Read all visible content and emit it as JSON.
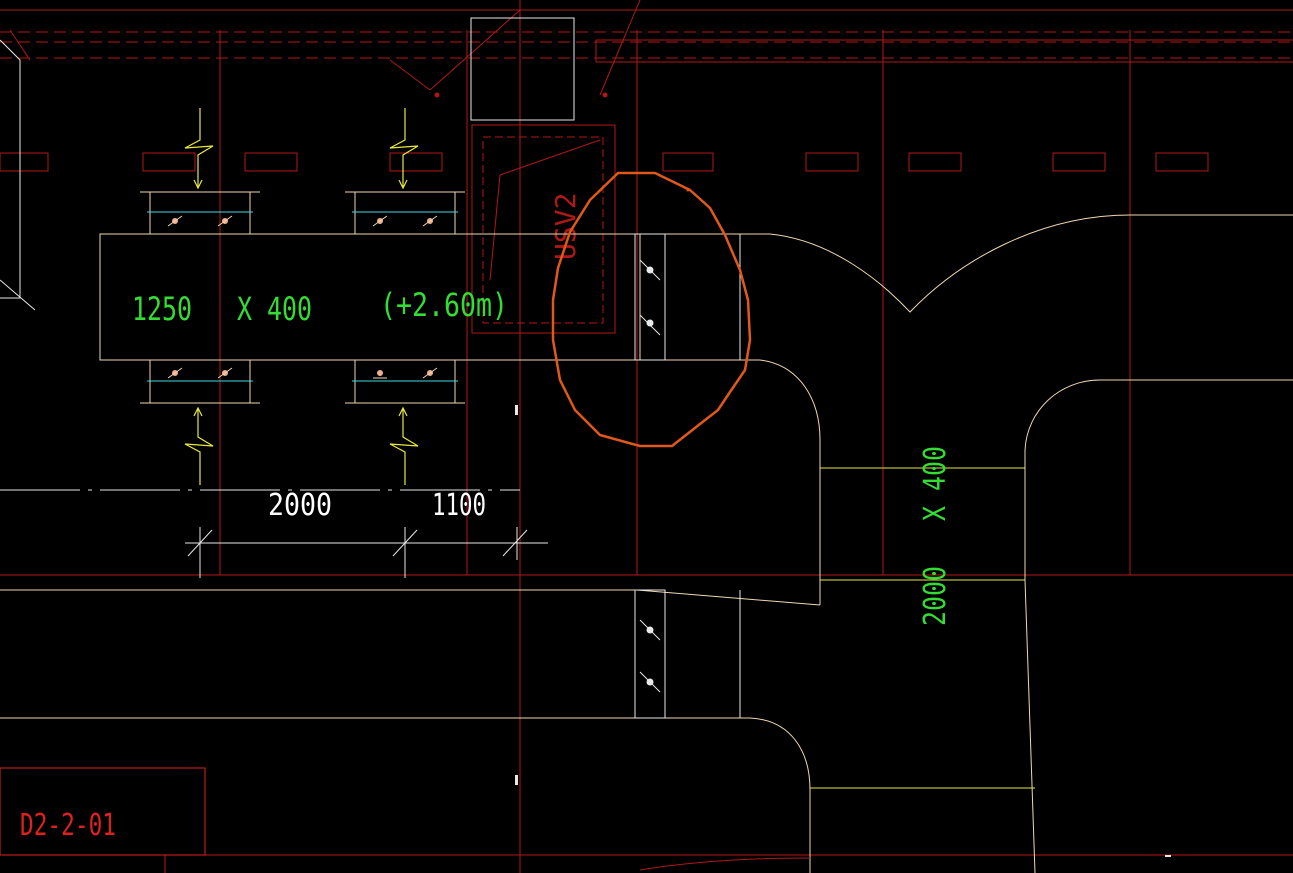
{
  "drawing": {
    "duct_main_size": "1250   X 400",
    "duct_main_elevation": "(+2.60m)",
    "duct_vertical_size": "2000   X 400",
    "dimension_1": "2000",
    "dimension_2": "1100",
    "equipment_tag": "D2-2-01",
    "shaft_label": "USV2"
  },
  "colors": {
    "background": "#000000",
    "grid_red": "#b01818",
    "duct_outline": "#f0d8b0",
    "dim_text_white": "#ffffff",
    "duct_text_green": "#33dd33",
    "tag_red": "#e02020",
    "markup_orange": "#e0581c",
    "yellow": "#e8e840",
    "cyan": "#40d8e0"
  }
}
